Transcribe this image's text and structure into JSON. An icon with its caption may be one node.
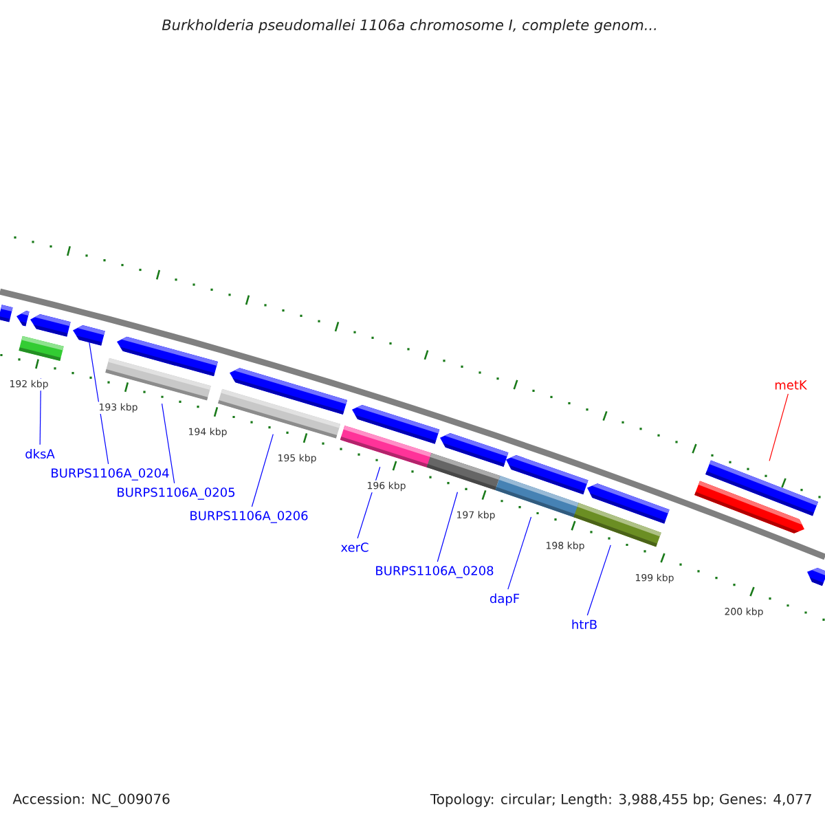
{
  "diagram": {
    "title": "Burkholderia pseudomallei 1106a chromosome I, complete genom...",
    "nodes": [
      {
        "text": [
          "dksA"
        ]
      },
      {
        "text": [
          "BURPS1106A_0204"
        ]
      },
      {
        "text": [
          "BURPS1106A_0205"
        ]
      },
      {
        "text": [
          "BURPS1106A_0206"
        ]
      },
      {
        "text": [
          "xerC"
        ]
      },
      {
        "text": [
          "BURPS1106A_0208"
        ]
      },
      {
        "text": [
          "dapF"
        ]
      },
      {
        "text": [
          "htrB"
        ]
      },
      {
        "text": [
          "metK"
        ]
      },
      {
        "text": [],
        "shape": "bar"
      },
      {
        "text": [],
        "shape": "bar"
      },
      {
        "text": [],
        "shape": "bar"
      },
      {
        "text": [],
        "shape": "bar"
      },
      {
        "text": [],
        "shape": "bar"
      },
      {
        "text": [],
        "shape": "bar"
      },
      {
        "text": [],
        "shape": "bar"
      },
      {
        "text": [],
        "shape": "bar"
      },
      {
        "text": [],
        "shape": "bar"
      },
      {
        "text": [],
        "shape": "bar"
      },
      {
        "text": [],
        "shape": "bar"
      },
      {
        "text": [],
        "shape": "bar"
      },
      {
        "text": [],
        "shape": "bar"
      },
      {
        "text": [],
        "shape": "bar"
      },
      {
        "text": [],
        "shape": "bar"
      },
      {
        "text": [],
        "shape": "bar"
      },
      {
        "text": [],
        "shape": "bar"
      },
      {
        "text": [],
        "shape": "bar"
      },
      {
        "text": [],
        "shape": "bar"
      },
      {
        "text": [],
        "shape": "bar"
      }
    ],
    "edges": [
      {
        "from": 0,
        "to": 11,
        "arrow": "none"
      },
      {
        "from": 1,
        "to": 13,
        "arrow": "none"
      },
      {
        "from": 2,
        "to": 14,
        "arrow": "none"
      },
      {
        "from": 3,
        "to": 16,
        "arrow": "none"
      },
      {
        "from": 4,
        "to": 18,
        "arrow": "none"
      },
      {
        "from": 5,
        "to": 20,
        "arrow": "none"
      },
      {
        "from": 6,
        "to": 22,
        "arrow": "none"
      },
      {
        "from": 7,
        "to": 24,
        "arrow": "none"
      },
      {
        "from": 8,
        "to": 27,
        "arrow": "none",
        "color": "#ff0000"
      }
    ],
    "labels": [
      "192 kbp",
      "193 kbp",
      "194 kbp",
      "195 kbp",
      "196 kbp",
      "197 kbp",
      "198 kbp",
      "199 kbp",
      "200 kbp",
      "Accession: NC_009076",
      "Topology: circular; Length: 3,988,455 bp; Genes: 4,077"
    ]
  }
}
